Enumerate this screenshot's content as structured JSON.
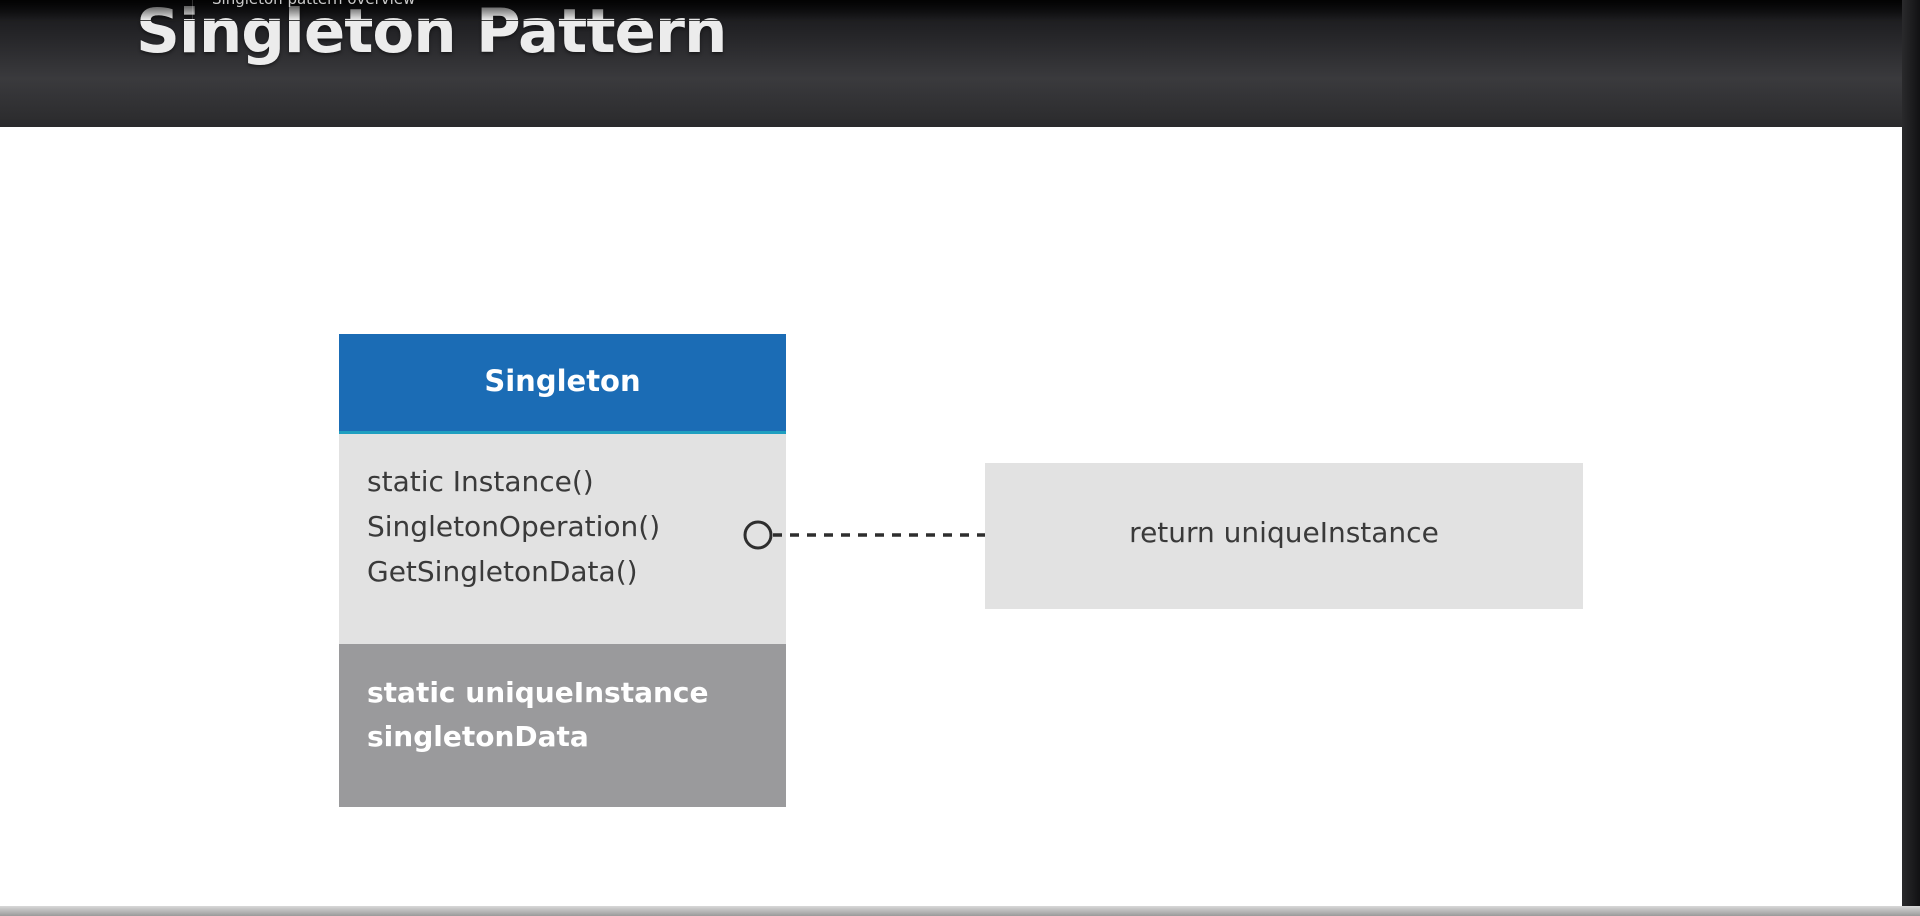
{
  "video": {
    "overlay_title": "Singleton pattern overview"
  },
  "slide": {
    "title": "Singleton Pattern"
  },
  "uml_class": {
    "name": "Singleton",
    "operations": [
      "static Instance()",
      "SingletonOperation()",
      "GetSingletonData()"
    ],
    "attributes": [
      "static uniqueInstance",
      "singletonData"
    ]
  },
  "note": {
    "text": "return uniqueInstance"
  },
  "colors": {
    "header_blue": "#1b6cb5",
    "header_underline": "#1f9fc0",
    "operations_bg": "#e2e2e2",
    "attributes_bg": "#9a9a9c",
    "note_bg": "#e2e2e2",
    "title_band": "#3a3a3d"
  }
}
